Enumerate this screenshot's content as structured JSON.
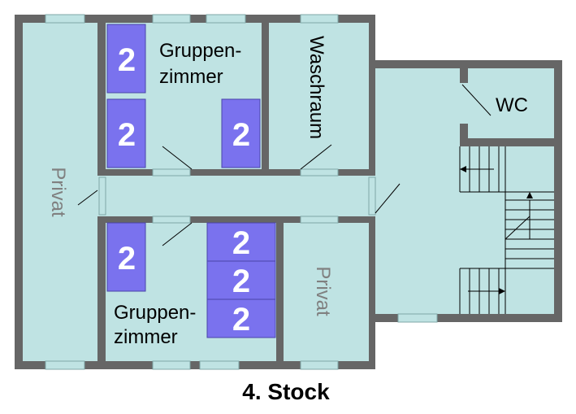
{
  "floor_title": "4. Stock",
  "rooms": {
    "private_left": "Privat",
    "private_right": "Privat",
    "group_room_top_line1": "Gruppen-",
    "group_room_top_line2": "zimmer",
    "group_room_bottom_line1": "Gruppen-",
    "group_room_bottom_line2": "zimmer",
    "washroom": "Waschraum",
    "wc": "WC"
  },
  "beds": {
    "top_room": [
      "2",
      "2",
      "2"
    ],
    "bottom_room": [
      "2",
      "2",
      "2",
      "2"
    ]
  },
  "colors": {
    "wall": "#666666",
    "floor": "#bfe3e3",
    "window": "#bfe3e3",
    "bed": "#7a72ee",
    "bed_outline": "#4a44a8",
    "label_grey": "#808080"
  }
}
